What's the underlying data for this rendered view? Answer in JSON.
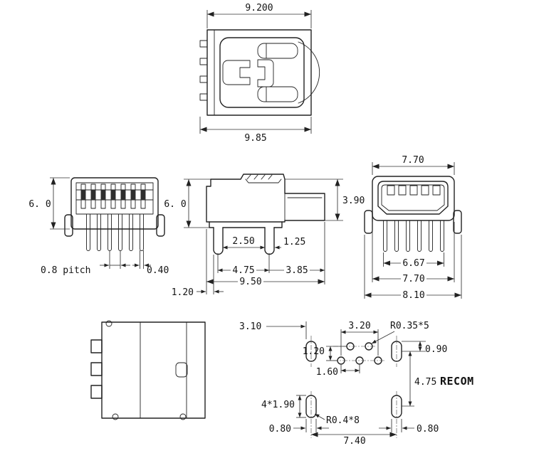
{
  "top_view": {
    "width_top": "9.200",
    "width_bottom": "9.85"
  },
  "front_view": {
    "height": "6. 0",
    "pitch": "0.8 pitch",
    "pin_width": "0.40"
  },
  "side_view": {
    "height": "6. 0",
    "tab_height": "3.90",
    "leg_gap": "2.50",
    "leg_width": "1.25",
    "span_a": "4.75",
    "span_b": "3.85",
    "total_length": "9.50",
    "edge_offset": "1.20"
  },
  "face_view": {
    "shell_width": "7.70",
    "pin_span": "6.67",
    "body_width": "7.70",
    "flange_width": "8.10"
  },
  "pcb_view": {
    "edge_dim": "3.10",
    "hole_span": "3.20",
    "hole_radius": "R0.35*5",
    "row_offset": "1.20",
    "pad_offset": "0.90",
    "hole_pitch": "1.60",
    "row_gap": "4.75",
    "pad_size": "4*1.90",
    "pad_radius": "R0.4*8",
    "pad_width_left": "0.80",
    "pad_width_right": "0.80",
    "pad_span": "7.40"
  },
  "watermark": "RECOM"
}
